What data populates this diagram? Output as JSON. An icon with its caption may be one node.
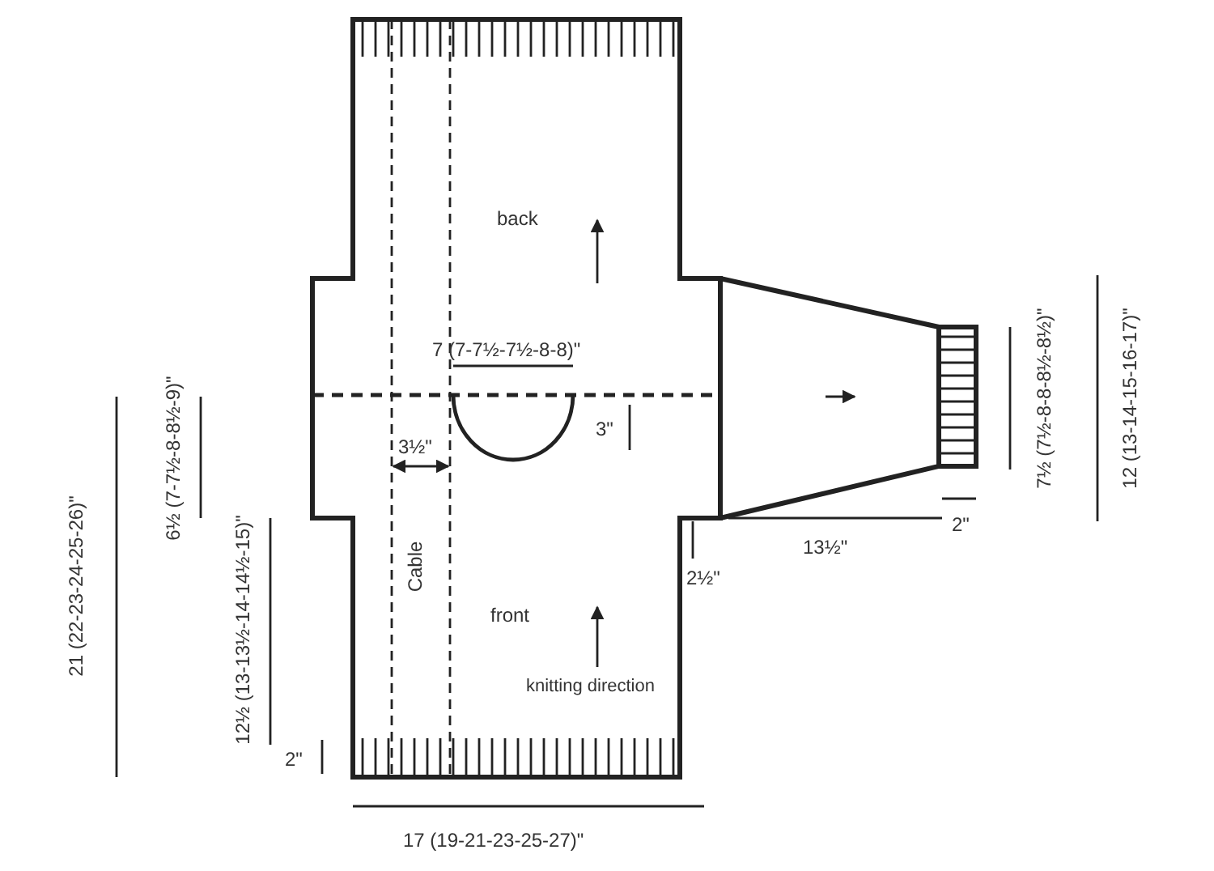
{
  "diagram": {
    "labels": [
      "back",
      "7 (7-7½-7½-8-8)\"",
      "3\"",
      "3½\"",
      "Cable",
      "7½ (7½-8-8-8½-8½)\"",
      "12 (13-14-15-16-17)\"",
      "21 (22-23-24-25-26)\"",
      "6½ (7-7½-8-8½-9)\"",
      "12½ (13-13½-14-14½-15)\"",
      "2\"",
      "13½\"",
      "2½\"",
      "front",
      "knitting direction",
      "2\"",
      "17 (19-21-23-25-27)\""
    ]
  }
}
